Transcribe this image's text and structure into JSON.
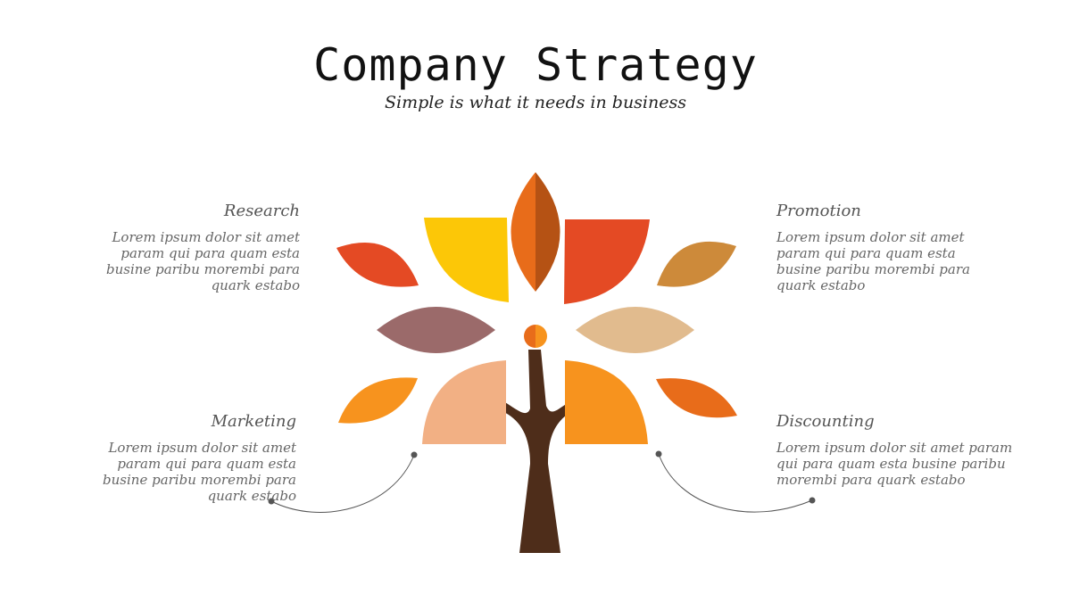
{
  "title": "Company Strategy",
  "subtitle": "Simple is what it needs in business",
  "sections": {
    "research": {
      "heading": "Research",
      "body": "Lorem ipsum dolor sit amet param qui para quam esta busine paribu morembi para quark estabo"
    },
    "marketing": {
      "heading": "Marketing",
      "body": "Lorem ipsum dolor sit amet param qui para quam esta busine paribu morembi para quark estabo"
    },
    "promotion": {
      "heading": "Promotion",
      "body": "Lorem ipsum dolor sit amet param qui para quam esta busine paribu morembi para quark estabo"
    },
    "discounting": {
      "heading": "Discounting",
      "body": "Lorem ipsum dolor sit amet param qui para quam esta busine paribu morembi para quark estabo"
    }
  },
  "colors": {
    "trunk": "#4e2d1a",
    "leaf_red": "#e44a24",
    "leaf_yellow": "#fcc707",
    "leaf_orange": "#f7931e",
    "leaf_dark_orange": "#e86c1a",
    "leaf_mauve": "#9b6a6a",
    "leaf_peach": "#f2b084",
    "leaf_tan": "#e1bb8e",
    "leaf_ochre": "#cd8a3a",
    "connector": "#555555"
  }
}
